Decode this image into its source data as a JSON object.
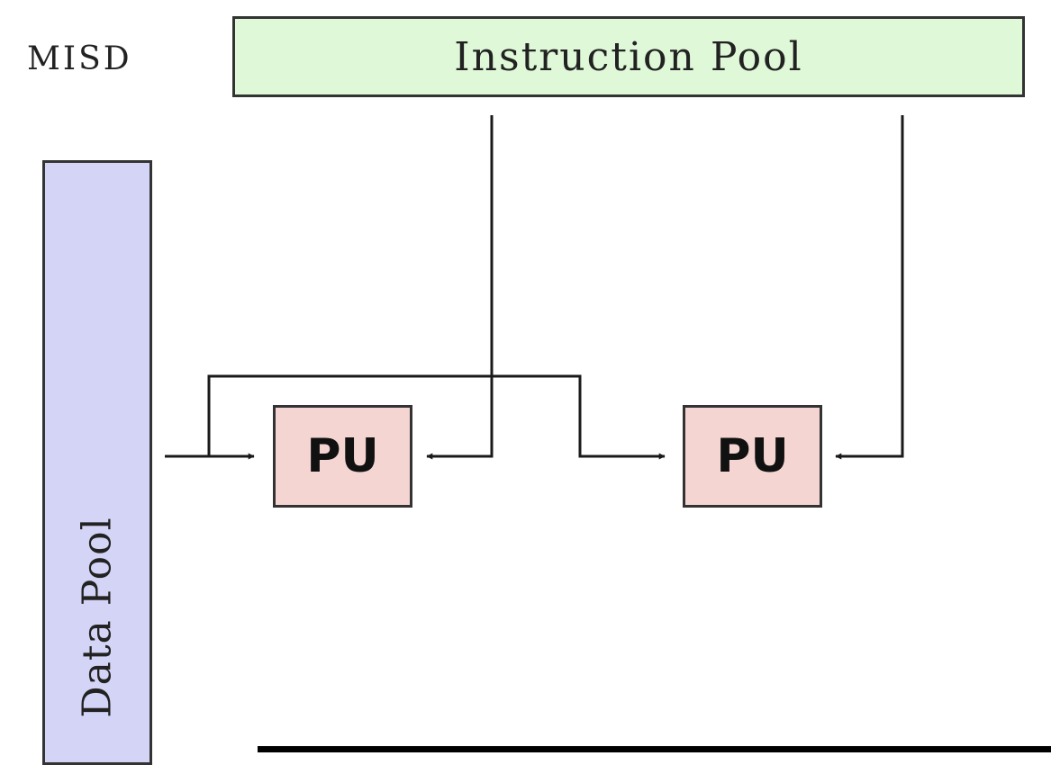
{
  "diagram": {
    "label": "MISD",
    "instruction_pool": "Instruction Pool",
    "data_pool": "Data Pool",
    "processing_units": [
      "PU",
      "PU"
    ]
  },
  "colors": {
    "instruction_pool_fill": "#dff9d8",
    "data_pool_fill": "#d4d4f7",
    "pu_fill": "#f5d5d2",
    "line": "#1a1a1a"
  },
  "icons": [
    "arrow-head",
    "arrow-head",
    "arrow-head",
    "arrow-head"
  ]
}
